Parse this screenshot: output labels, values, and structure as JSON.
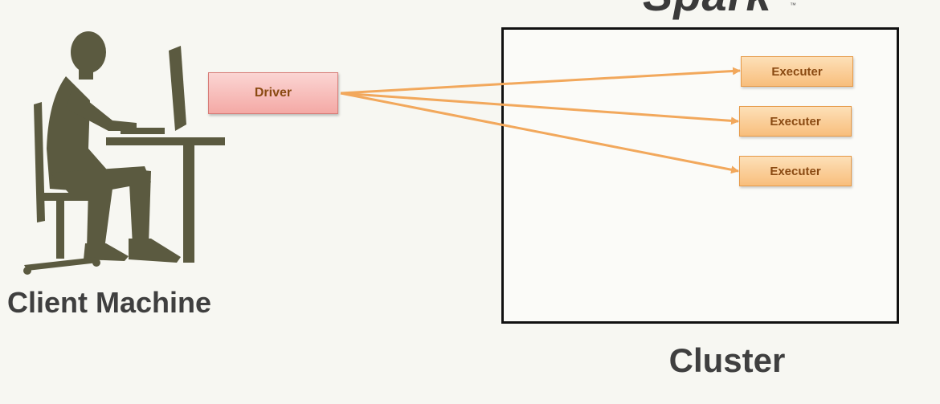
{
  "logo": {
    "text": "Spark",
    "tm": "™"
  },
  "client": {
    "label": "Client Machine",
    "icon": "person-at-computer-icon"
  },
  "driver": {
    "label": "Driver"
  },
  "cluster": {
    "label": "Cluster",
    "executers": [
      "Executer",
      "Executer",
      "Executer"
    ]
  },
  "colors": {
    "silhouette": "#5b5a40",
    "driver_fill": "#f4a9a5",
    "executer_fill": "#f8be7c",
    "arrow": "#f2a85c",
    "text": "#3f3f3f"
  }
}
